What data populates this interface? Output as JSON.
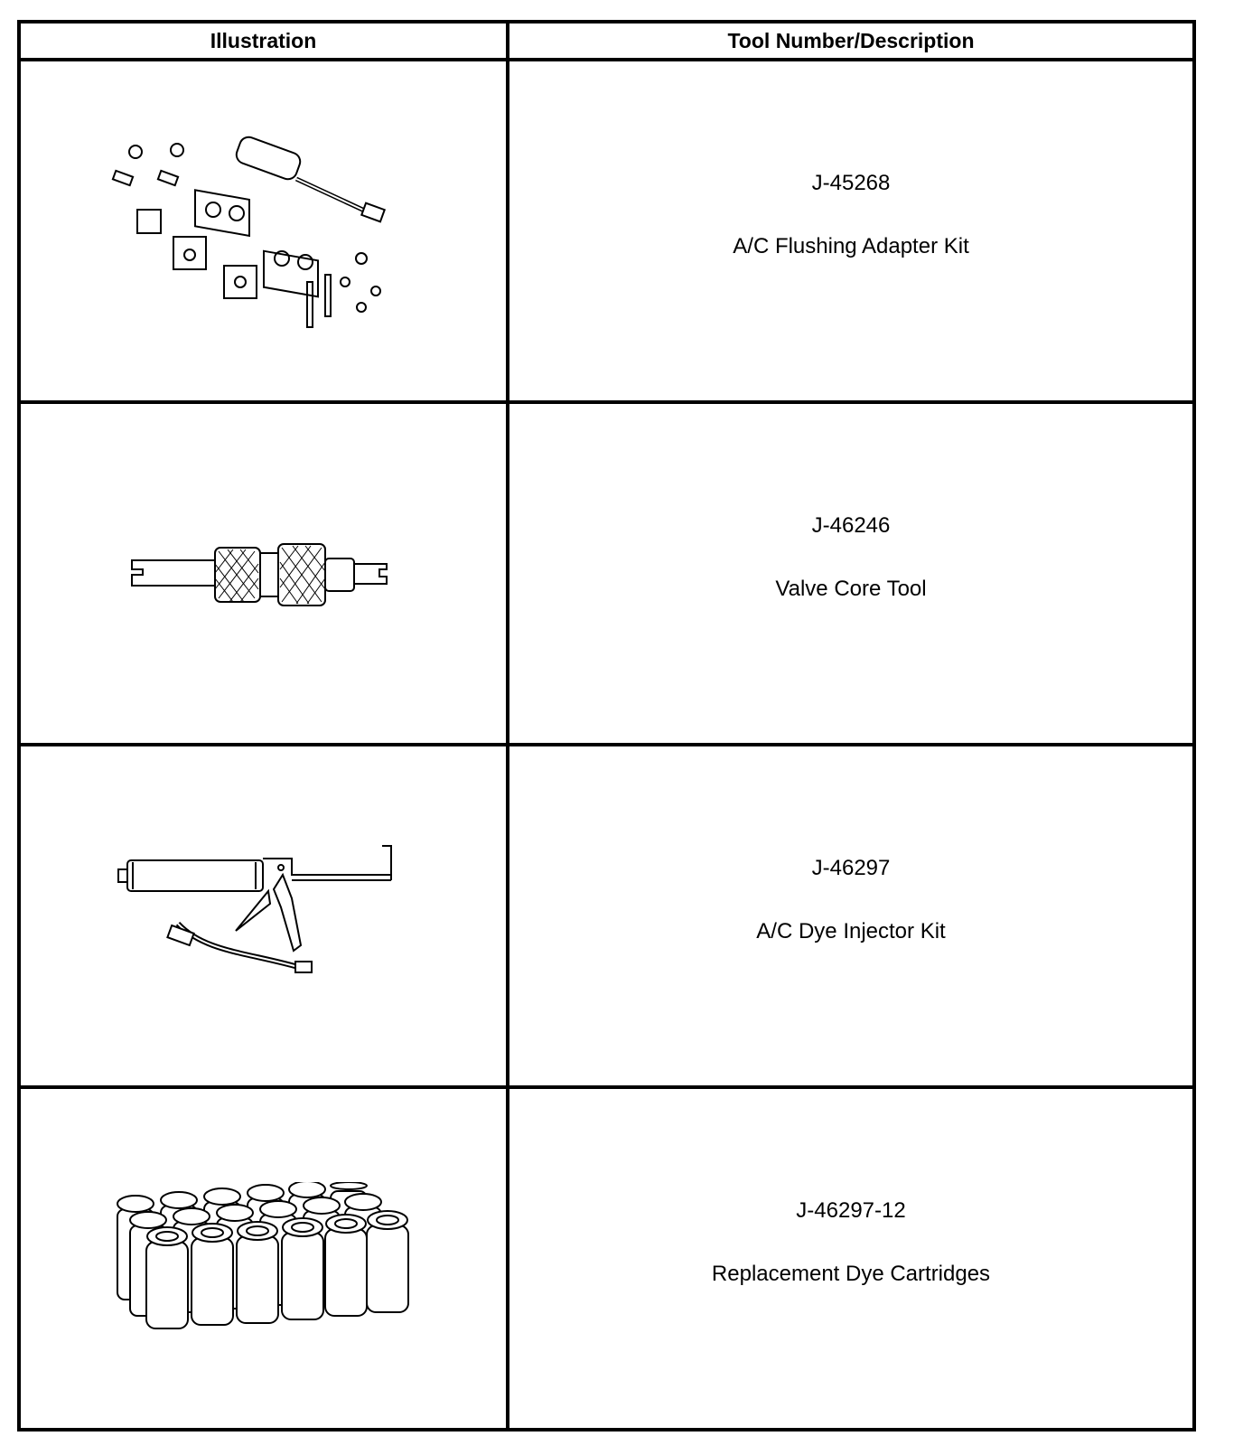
{
  "header": {
    "illustration": "Illustration",
    "tool": "Tool Number/Description"
  },
  "rows": [
    {
      "number": "J-45268",
      "description": "A/C Flushing Adapter Kit",
      "icon": "flushing-adapter-kit-icon"
    },
    {
      "number": "J-46246",
      "description": "Valve Core Tool",
      "icon": "valve-core-tool-icon"
    },
    {
      "number": "J-46297",
      "description": "A/C Dye Injector Kit",
      "icon": "dye-injector-kit-icon"
    },
    {
      "number": "J-46297-12",
      "description": "Replacement Dye Cartridges",
      "icon": "dye-cartridges-icon"
    }
  ]
}
